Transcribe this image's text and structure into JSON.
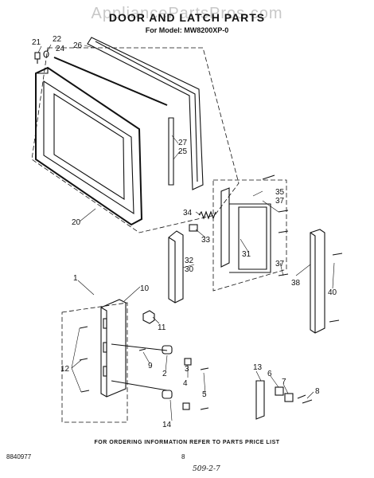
{
  "watermark": "AppliancePartsPros.com",
  "title": "DOOR AND LATCH PARTS",
  "subtitle": "For Model: MW8200XP-0",
  "footer": "FOR ORDERING INFORMATION REFER TO PARTS PRICE LIST",
  "doc_number": "8840977",
  "page_number": "8",
  "handwritten_note": "509-2-7",
  "callouts": {
    "c21": "21",
    "c22": "22",
    "c24": "24",
    "c26": "26",
    "c27": "27",
    "c25": "25",
    "c20": "20",
    "c35": "35",
    "c37a": "37",
    "c34": "34",
    "c33": "33",
    "c31": "31",
    "c32": "32",
    "c30": "30",
    "c37b": "37",
    "c38": "38",
    "c40": "40",
    "c1": "1",
    "c10": "10",
    "c11": "11",
    "c12": "12",
    "c9": "9",
    "c2": "2",
    "c3": "3",
    "c4": "4",
    "c5": "5",
    "c13": "13",
    "c6": "6",
    "c7": "7",
    "c8": "8",
    "c14": "14"
  }
}
